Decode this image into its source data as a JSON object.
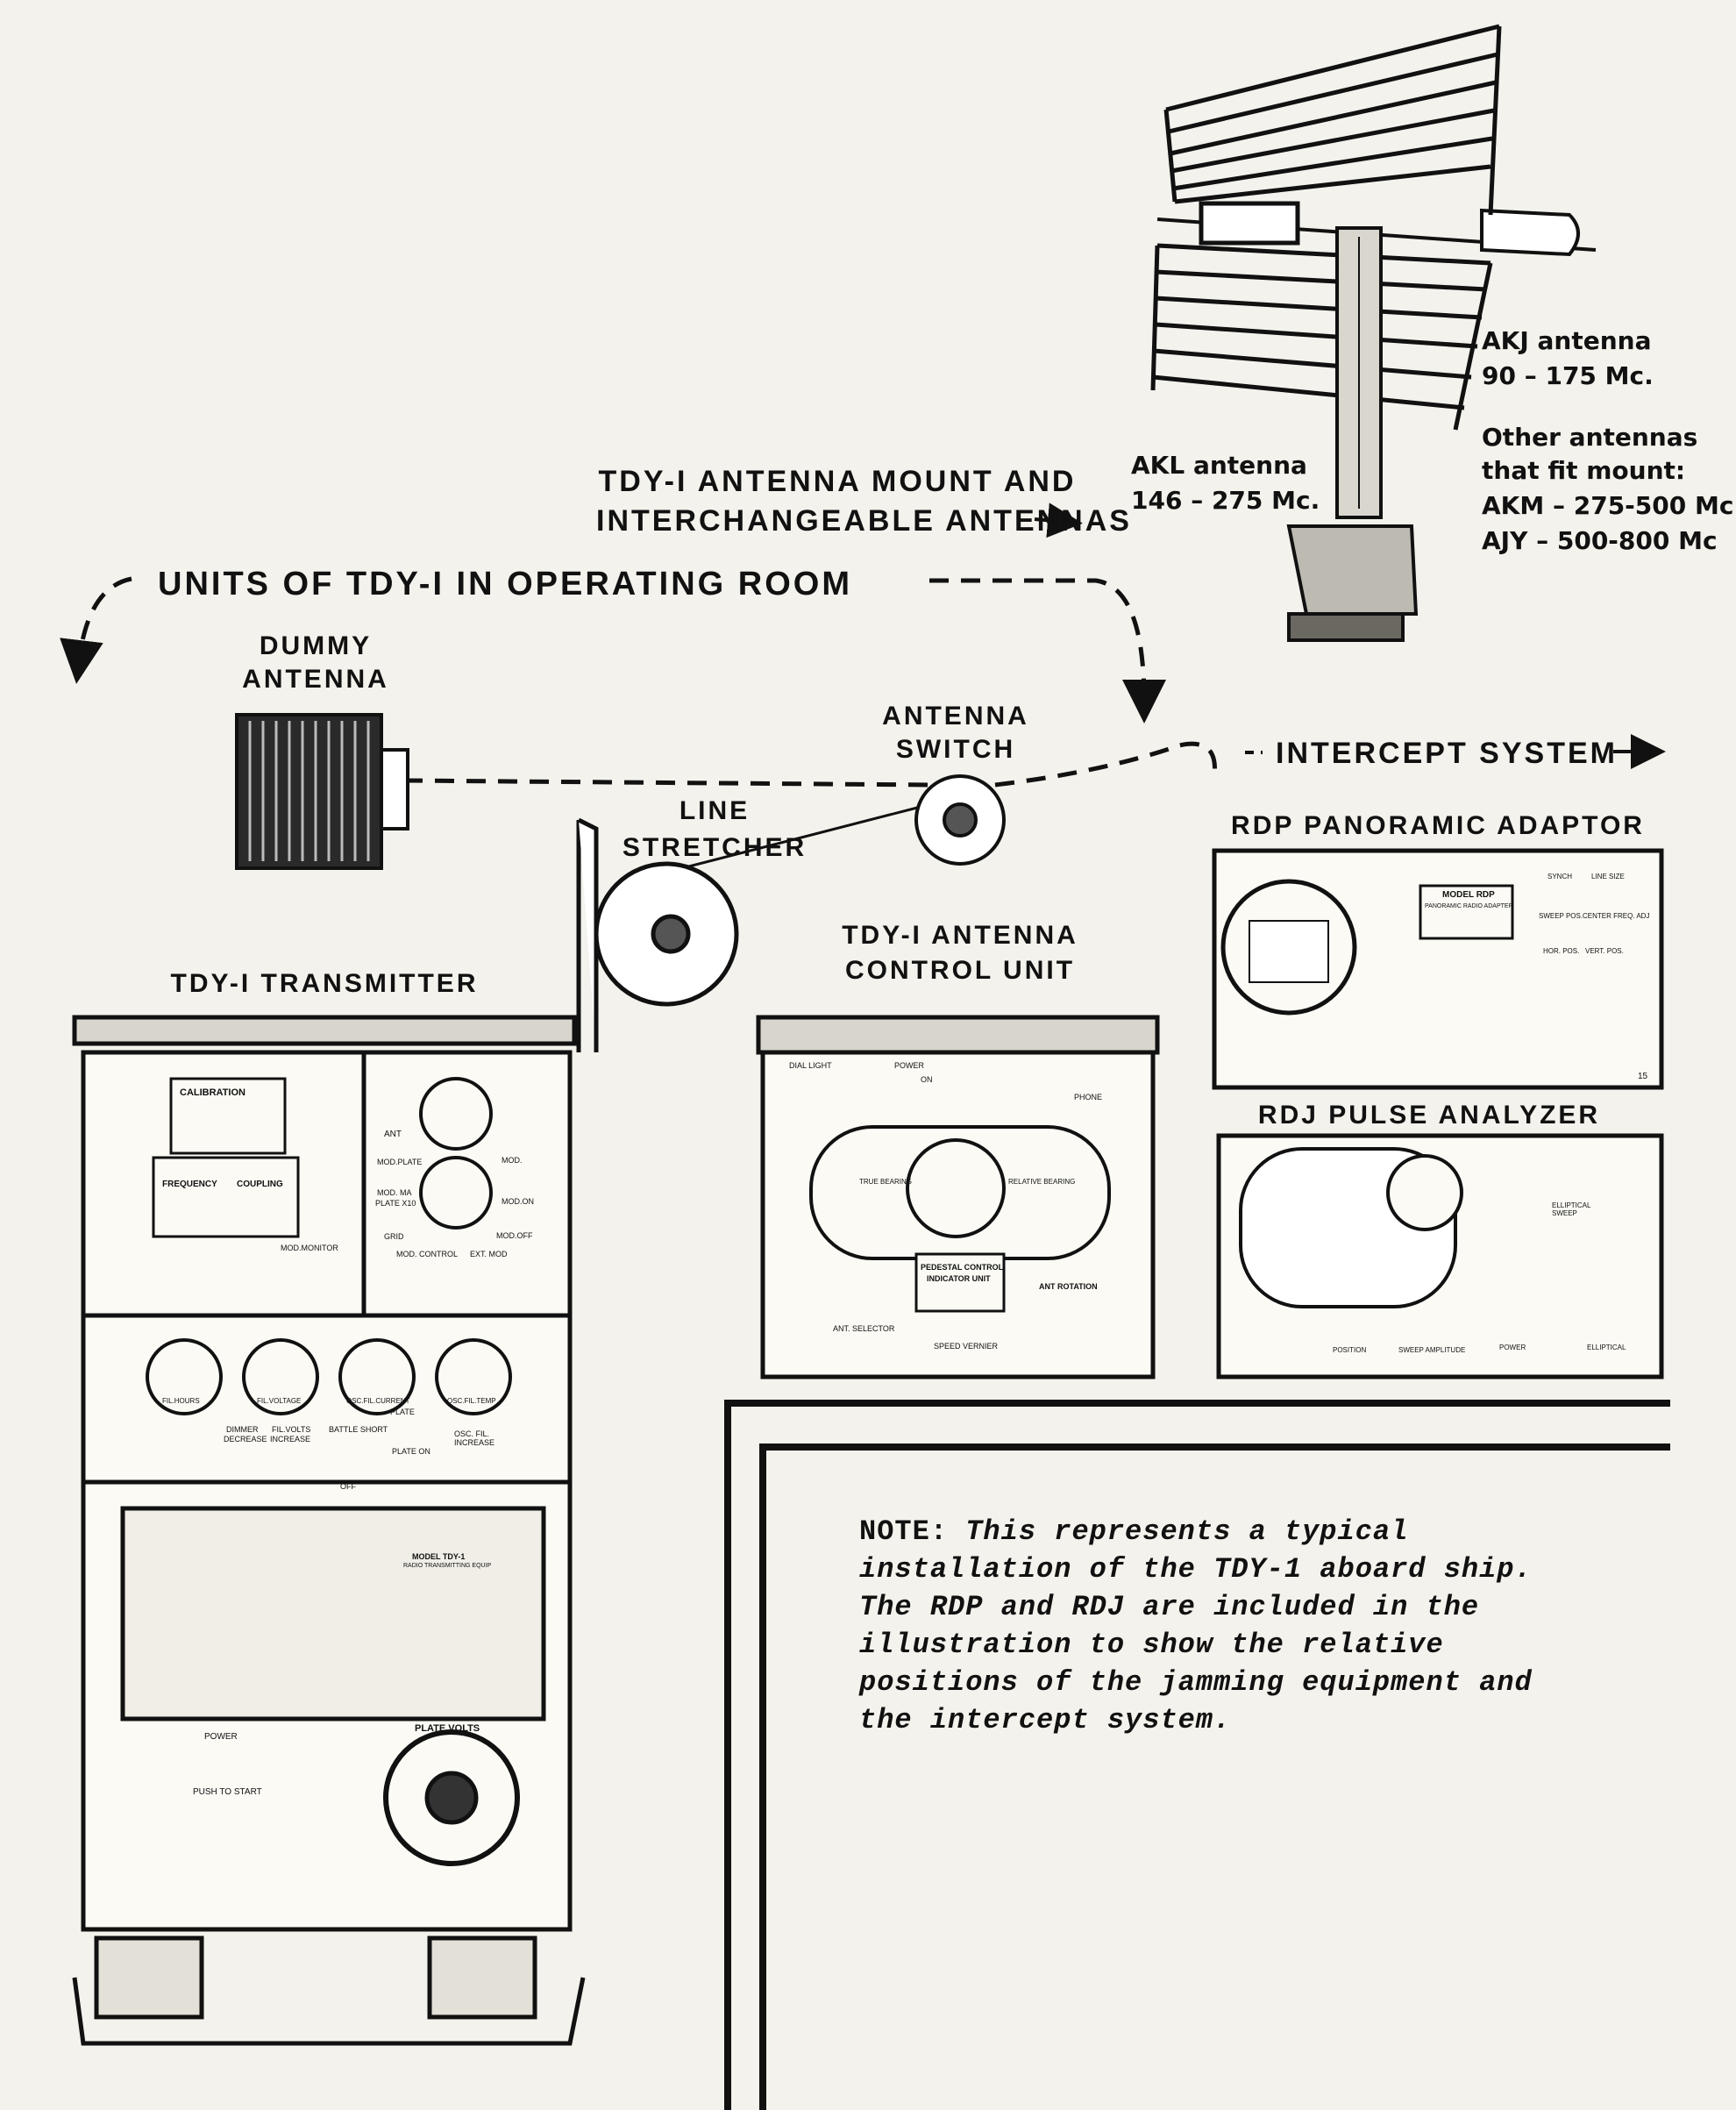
{
  "labels": {
    "mount_line1": "TDY-I ANTENNA MOUNT AND",
    "mount_line2": "INTERCHANGEABLE ANTENNAS",
    "operating_room": "UNITS OF TDY-I IN OPERATING ROOM",
    "dummy_line1": "DUMMY",
    "dummy_line2": "ANTENNA",
    "switch_line1": "ANTENNA",
    "switch_line2": "SWITCH",
    "intercept": "INTERCEPT SYSTEM",
    "line_stretcher_1": "LINE",
    "line_stretcher_2": "STRETCHER",
    "rdp": "RDP PANORAMIC ADAPTOR",
    "control_line1": "TDY-I ANTENNA",
    "control_line2": "CONTROL UNIT",
    "transmitter": "TDY-I TRANSMITTER",
    "rdj": "RDJ PULSE ANALYZER"
  },
  "antennas": {
    "akj_name": "AKJ antenna",
    "akj_range": "90 – 175 Mc.",
    "akl_name": "AKL antenna",
    "akl_range": "146 – 275 Mc.",
    "other_line1": "Other antennas",
    "other_line2": "that fit mount:",
    "akm": "AKM – 275-500 Mc",
    "ajy": "AJY – 500-800 Mc"
  },
  "panel_text": {
    "calibration": "CALIBRATION",
    "frequency": "FREQUENCY",
    "coupling": "COUPLING",
    "ant": "ANT",
    "mod_plate": "MOD.PLATE",
    "mod_ma": "MOD. MA",
    "plate_x10": "PLATE X10",
    "grid": "GRID",
    "mod": "MOD.",
    "mod_on": "MOD.ON",
    "mod_off": "MOD.OFF",
    "mod_monitor": "MOD.MONITOR",
    "mod_control": "MOD. CONTROL",
    "ext_mod": "EXT. MOD",
    "fil_hours": "FIL.HOURS",
    "fil_voltage": "FIL.VOLTAGE",
    "osc_fil_current": "OSC.FIL.CURRENT",
    "osc_fil_temp": "OSC.FIL.TEMP",
    "dimmer": "DIMMER",
    "decrease": "DECREASE",
    "fil_volts": "FIL.VOLTS",
    "increase": "INCREASE",
    "battle_short": "BATTLE SHORT",
    "plate": "PLATE",
    "plate_on": "PLATE ON",
    "off": "OFF",
    "osc_fil_increase": "OSC. FIL. INCREASE",
    "model_plate_title": "MODEL TDY-1",
    "model_plate_sub": "RADIO TRANSMITTING EQUIP",
    "power": "POWER",
    "push_to_start": "PUSH TO START",
    "plate_volts": "PLATE VOLTS",
    "dial_light": "DIAL LIGHT",
    "on": "ON",
    "phone": "PHONE",
    "true_bearing": "TRUE BEARING",
    "relative_bearing": "RELATIVE BEARING",
    "pedestal_line1": "PEDESTAL CONTROL",
    "pedestal_line2": "INDICATOR UNIT",
    "ant_rotation": "ANT ROTATION",
    "ant_selector": "ANT. SELECTOR",
    "speed_vernier": "SPEED VERNIER",
    "model_rdp": "MODEL RDP",
    "rdp_sub": "PANORAMIC RADIO ADAPTER",
    "synch": "SYNCH",
    "line_size": "LINE SIZE",
    "sweep_pos": "SWEEP POS.",
    "center_freq_adj": "CENTER FREQ. ADJ",
    "hor_pos": "HOR. POS.",
    "vert_pos": "VERT. POS.",
    "rdp_index": "15",
    "elliptical_sweep": "ELLIPTICAL SWEEP",
    "elliptical": "ELLIPTICAL",
    "position": "POSITION",
    "sweep_amplitude": "SWEEP AMPLITUDE",
    "power_rdj": "POWER"
  },
  "note": {
    "prefix": "NOTE:",
    "body": "This represents a typical installation of the TDY-1 aboard ship. The RDP and RDJ are included in the illustration to show the relative positions of the jamming equipment and the intercept system."
  },
  "colors": {
    "paper": "#f4f2ec",
    "ink": "#111111"
  }
}
